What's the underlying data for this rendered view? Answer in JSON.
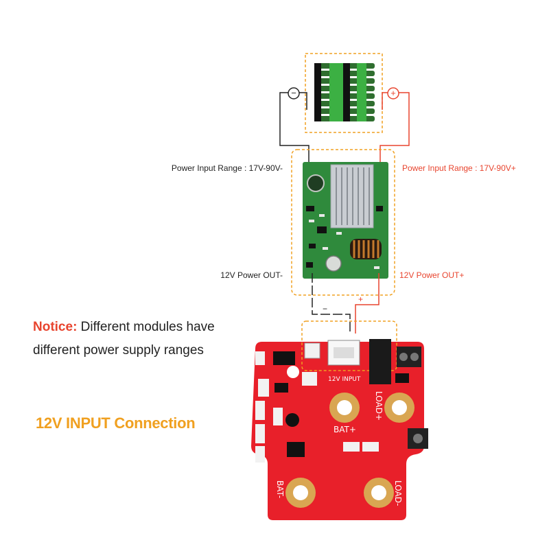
{
  "labels": {
    "input_minus": "Power Input Range : 17V-90V-",
    "input_plus": "Power Input Range : 17V-90V+",
    "out_minus": "12V Power OUT-",
    "out_plus": "12V Power OUT+"
  },
  "polarity": {
    "minus": "−",
    "plus": "+"
  },
  "notice": {
    "head": "Notice:",
    "line1": " Different modules have",
    "line2": "different power supply ranges"
  },
  "title": "12V INPUT Connection",
  "board": {
    "input_label": "12V INPUT",
    "bat_plus": "BAT+",
    "bat_minus": "BAT-",
    "load_plus": "LOAD+",
    "load_minus": "LOAD-"
  },
  "colors": {
    "accent_orange": "#f0a020",
    "wire_red": "#e8442e",
    "board_red": "#e8202a",
    "pcb_green": "#2f8a3c"
  }
}
